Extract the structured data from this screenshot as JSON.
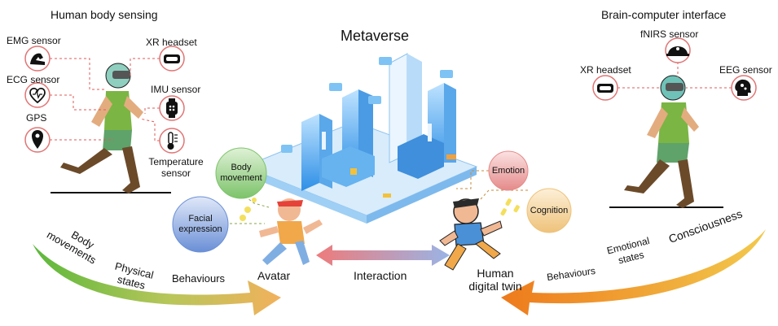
{
  "title": "Metaverse",
  "left_panel": {
    "heading": "Human body sensing",
    "sensors": {
      "emg": "EMG sensor",
      "ecg": "ECG sensor",
      "gps": "GPS",
      "xr": "XR headset",
      "imu": "IMU sensor",
      "temp_line1": "Temperature",
      "temp_line2": "sensor"
    },
    "arrow_labels": {
      "body1": "Body",
      "body2": "movements",
      "phys1": "Physical",
      "phys2": "states",
      "beh": "Behaviours"
    }
  },
  "right_panel": {
    "heading": "Brain-computer interface",
    "sensors": {
      "fnirs": "fNIRS sensor",
      "xr": "XR headset",
      "eeg": "EEG sensor"
    },
    "arrow_labels": {
      "beh": "Behaviours",
      "emo1": "Emotional",
      "emo2": "states",
      "cons": "Consciousness"
    }
  },
  "center": {
    "avatar": "Avatar",
    "interaction": "Interaction",
    "twin1": "Human",
    "twin2": "digital twin",
    "bubbles": {
      "body1": "Body",
      "body2": "movement",
      "face1": "Facial",
      "face2": "expression",
      "emotion": "Emotion",
      "cognition": "Cognition"
    }
  },
  "colors": {
    "sensor_ring": "#e07474",
    "dashed_line": "#e05a5a",
    "body_bubble": "#7cc36a",
    "facial_bubble": "#6a8fd6",
    "emotion_bubble": "#e58a8a",
    "cognition_bubble": "#eec27a",
    "left_arrow_start": "#5cb83c",
    "left_arrow_end": "#f2b15c",
    "right_arrow_start": "#f2c94c",
    "right_arrow_end": "#ee7a1c",
    "interaction_left": "#ee7b7b",
    "interaction_right": "#9ab4e6"
  }
}
